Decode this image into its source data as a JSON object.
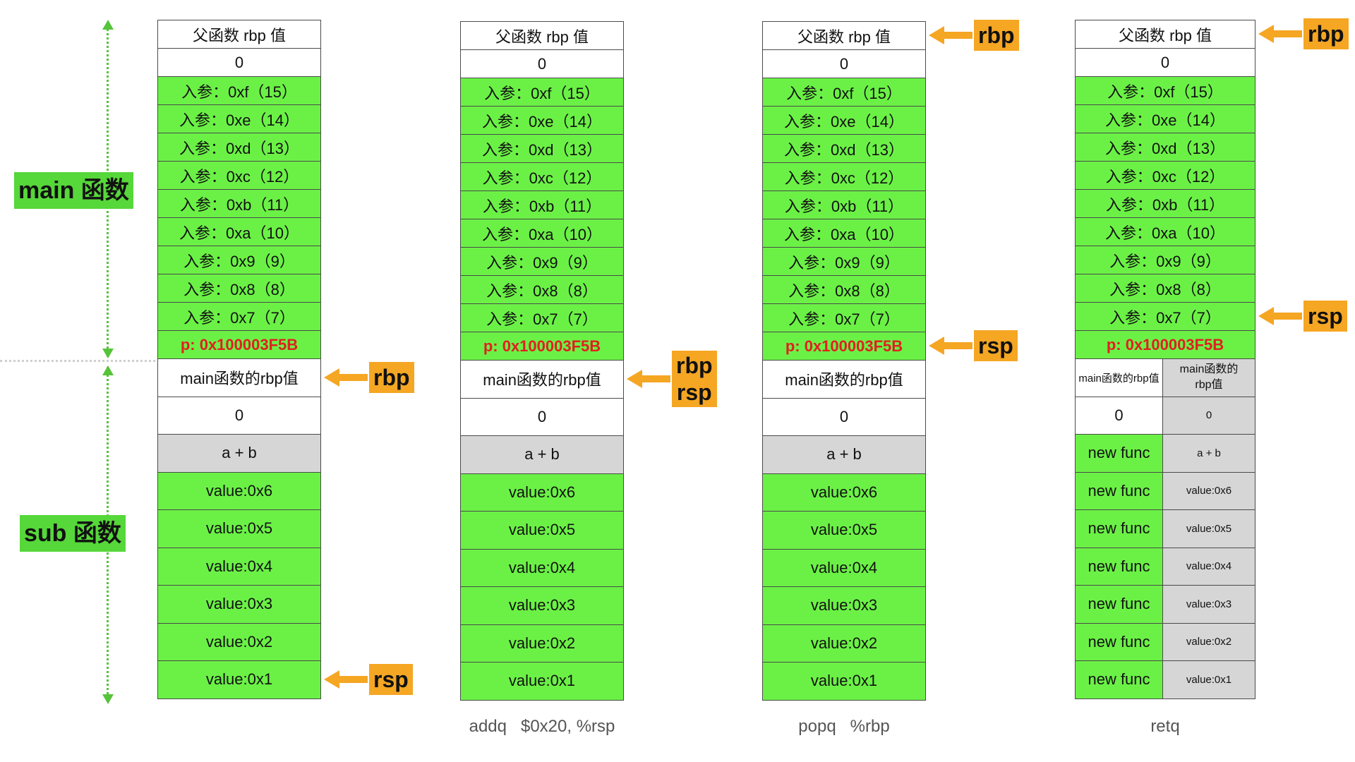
{
  "side": {
    "main_label": "main 函数",
    "sub_label": "sub 函数"
  },
  "stacks": [
    {
      "caption": "",
      "cells": {
        "parent_rbp": "父函数 rbp 值",
        "zero_top": "0",
        "args": [
          "入参：0xf（15）",
          "入参：0xe（14）",
          "入参：0xd（13）",
          "入参：0xc（12）",
          "入参：0xb（11）",
          "入参：0xa（10）",
          "入参：0x9（9）",
          "入参：0x8（8）",
          "入参：0x7（7）"
        ],
        "ret_addr": "p: 0x100003F5B",
        "main_rbp": "main函数的rbp值",
        "zero_sub": "0",
        "sum": "a + b",
        "values": [
          "value:0x6",
          "value:0x5",
          "value:0x4",
          "value:0x3",
          "value:0x2",
          "value:0x1"
        ]
      },
      "pointers": [
        {
          "text": "rbp",
          "at": "main_rbp"
        },
        {
          "text": "rsp",
          "at": "value_last"
        }
      ]
    },
    {
      "caption": "addq   $0x20, %rsp",
      "cells": {
        "parent_rbp": "父函数 rbp 值",
        "zero_top": "0",
        "args": [
          "入参：0xf（15）",
          "入参：0xe（14）",
          "入参：0xd（13）",
          "入参：0xc（12）",
          "入参：0xb（11）",
          "入参：0xa（10）",
          "入参：0x9（9）",
          "入参：0x8（8）",
          "入参：0x7（7）"
        ],
        "ret_addr": "p: 0x100003F5B",
        "main_rbp": "main函数的rbp值",
        "zero_sub": "0",
        "sum": "a + b",
        "values": [
          "value:0x6",
          "value:0x5",
          "value:0x4",
          "value:0x3",
          "value:0x2",
          "value:0x1"
        ]
      },
      "pointers": [
        {
          "text": "rbp\nrsp",
          "at": "main_rbp"
        }
      ]
    },
    {
      "caption": "popq   %rbp",
      "cells": {
        "parent_rbp": "父函数 rbp 值",
        "zero_top": "0",
        "args": [
          "入参：0xf（15）",
          "入参：0xe（14）",
          "入参：0xd（13）",
          "入参：0xc（12）",
          "入参：0xb（11）",
          "入参：0xa（10）",
          "入参：0x9（9）",
          "入参：0x8（8）",
          "入参：0x7（7）"
        ],
        "ret_addr": "p: 0x100003F5B",
        "main_rbp": "main函数的rbp值",
        "zero_sub": "0",
        "sum": "a + b",
        "values": [
          "value:0x6",
          "value:0x5",
          "value:0x4",
          "value:0x3",
          "value:0x2",
          "value:0x1"
        ]
      },
      "pointers": [
        {
          "text": "rbp",
          "at": "parent_rbp"
        },
        {
          "text": "rsp",
          "at": "ret_addr"
        }
      ]
    },
    {
      "caption": "retq",
      "cells": {
        "parent_rbp": "父函数 rbp 值",
        "zero_top": "0",
        "args": [
          "入参：0xf（15）",
          "入参：0xe（14）",
          "入参：0xd（13）",
          "入参：0xc（12）",
          "入参：0xb（11）",
          "入参：0xa（10）",
          "入参：0x9（9）",
          "入参：0x8（8）",
          "入参：0x7（7）"
        ],
        "ret_addr": "p: 0x100003F5B",
        "new_frame": {
          "left": [
            "main函数的rbp值",
            "0",
            "new func",
            "new func",
            "new func",
            "new func",
            "new func",
            "new func",
            "new func"
          ],
          "right": [
            "main函数的\nrbp值",
            "0",
            "a + b",
            "value:0x6",
            "value:0x5",
            "value:0x4",
            "value:0x3",
            "value:0x2",
            "value:0x1"
          ]
        }
      },
      "pointers": [
        {
          "text": "rbp",
          "at": "parent_rbp"
        },
        {
          "text": "rsp",
          "at": "arg_last"
        }
      ]
    }
  ],
  "colors": {
    "arg_green": "#6bf146",
    "label_green": "#56d73a",
    "pointer_orange": "#f5a623",
    "return_red": "#e02020",
    "sum_gray": "#d6d6d6"
  }
}
